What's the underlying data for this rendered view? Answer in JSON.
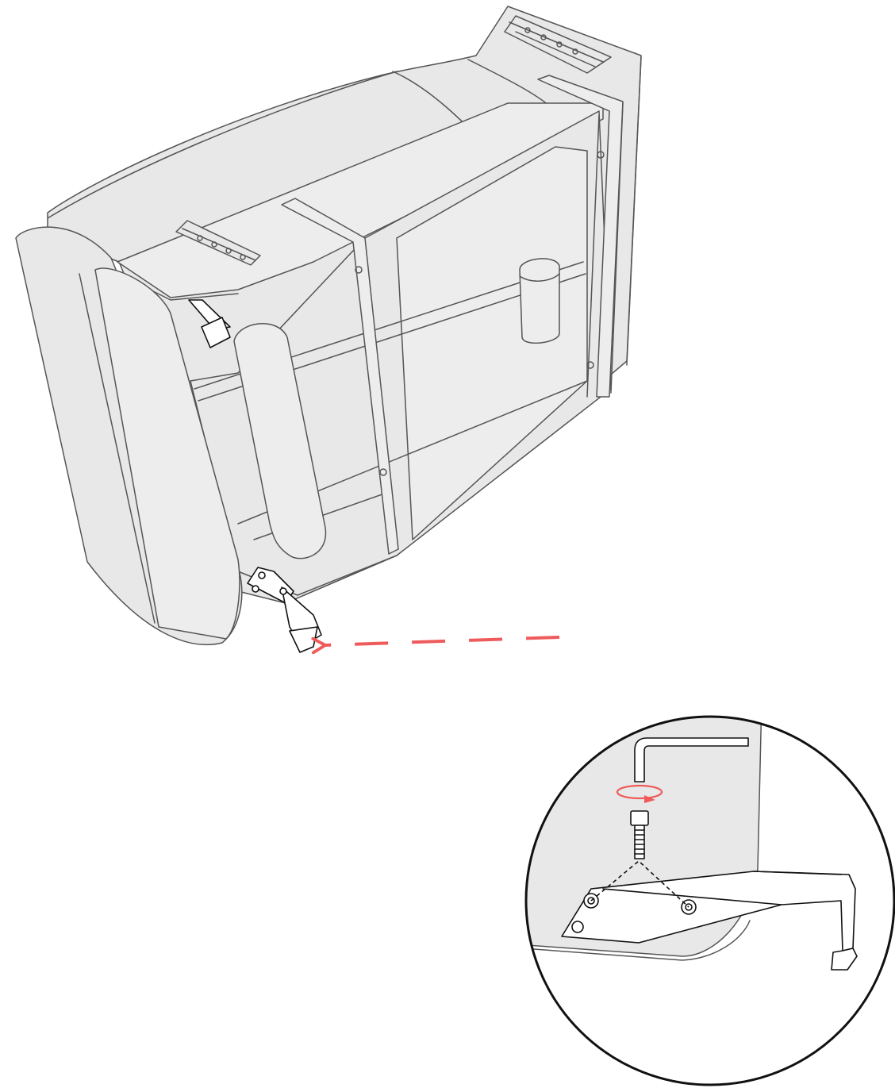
{
  "colors": {
    "background": "#ffffff",
    "sofa_fill": "#e8e8e8",
    "outline": "#555555",
    "hardware_outline": "#111111",
    "arrow": "#ef5b5b",
    "detail_circle_outline": "#111111"
  },
  "parts": {
    "sofa": "sofa-section-upside-down",
    "leg_bracket": "l-shaped-leg-bracket",
    "bolt": "hex-socket-bolt",
    "tool": "allen-key",
    "rotation": "clockwise-rotation-arrow"
  },
  "detail_view": {
    "shape": "circle",
    "bolt_holes_shown": 2
  }
}
